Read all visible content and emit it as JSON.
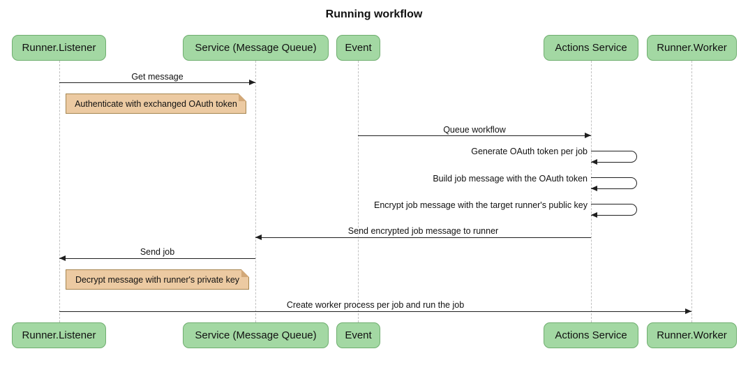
{
  "title": "Running workflow",
  "participants": [
    {
      "id": "runner-listener",
      "label": "Runner.Listener"
    },
    {
      "id": "service-message-queue",
      "label": "Service (Message Queue)"
    },
    {
      "id": "event",
      "label": "Event"
    },
    {
      "id": "actions-service",
      "label": "Actions Service"
    },
    {
      "id": "runner-worker",
      "label": "Runner.Worker"
    }
  ],
  "messages": [
    {
      "label": "Get message",
      "from": "Runner.Listener",
      "to": "Service (Message Queue)",
      "kind": "arrow"
    },
    {
      "label": "Queue workflow",
      "from": "Event",
      "to": "Actions Service",
      "kind": "arrow"
    },
    {
      "label": "Generate OAuth token per job",
      "from": "Actions Service",
      "to": "Actions Service",
      "kind": "self"
    },
    {
      "label": "Build job message with the OAuth token",
      "from": "Actions Service",
      "to": "Actions Service",
      "kind": "self"
    },
    {
      "label": "Encrypt job message with the target runner's public key",
      "from": "Actions Service",
      "to": "Actions Service",
      "kind": "self"
    },
    {
      "label": "Send encrypted job message to runner",
      "from": "Actions Service",
      "to": "Service (Message Queue)",
      "kind": "arrow"
    },
    {
      "label": "Send job",
      "from": "Service (Message Queue)",
      "to": "Runner.Listener",
      "kind": "arrow"
    },
    {
      "label": "Create worker process per job and run the job",
      "from": "Runner.Listener",
      "to": "Runner.Worker",
      "kind": "arrow"
    }
  ],
  "notes": [
    {
      "text": "Authenticate with exchanged OAuth token",
      "position": "right of Runner.Listener"
    },
    {
      "text": "Decrypt message with runner's private key",
      "position": "right of Runner.Listener"
    }
  ],
  "colors": {
    "actor_fill": "#a3d8a3",
    "actor_border": "#6fae6f",
    "note_fill": "#eccaa2",
    "note_border": "#a5854f",
    "note_fold": "#d2a878",
    "line": "#1f1f1f",
    "lifeline": "#c0c0c0"
  }
}
